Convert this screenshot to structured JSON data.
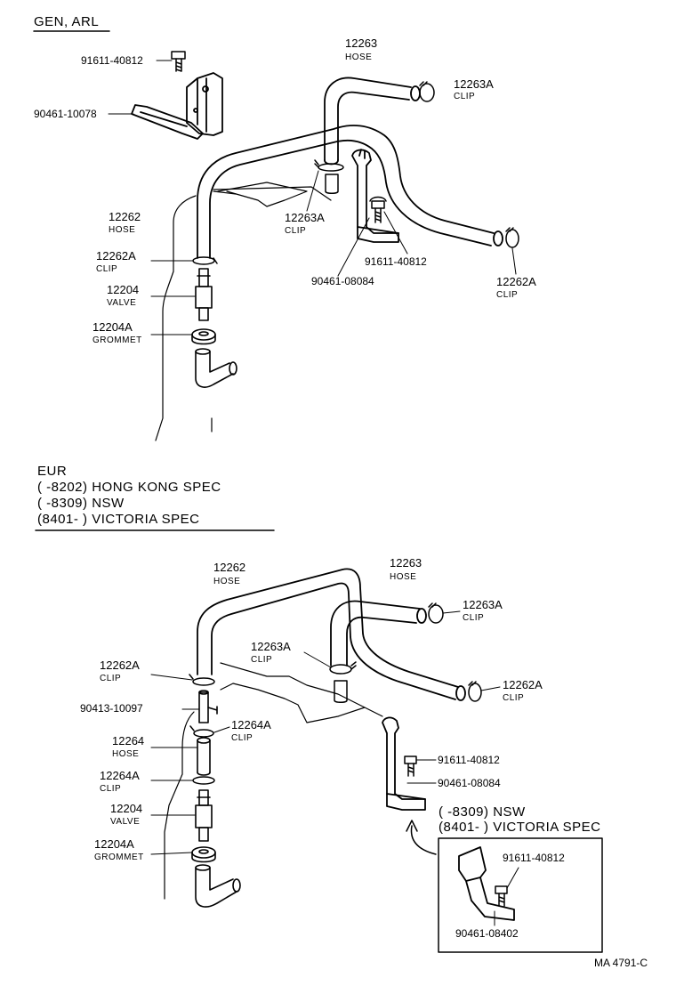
{
  "sections": {
    "top": {
      "title": "GEN, ARL",
      "parts": {
        "p91611_40812_a": "91611-40812",
        "p90461_10078": "90461-10078",
        "p12263": "12263",
        "p12263_name": "HOSE",
        "p12263A_1": "12263A",
        "p12263A_1_name": "CLIP",
        "p12263A_2": "12263A",
        "p12263A_2_name": "CLIP",
        "p12262": "12262",
        "p12262_name": "HOSE",
        "p12262A_1": "12262A",
        "p12262A_1_name": "CLIP",
        "p12204": "12204",
        "p12204_name": "VALVE",
        "p12204A": "12204A",
        "p12204A_name": "GROMMET",
        "p91611_40812_b": "91611-40812",
        "p90461_08084": "90461-08084",
        "p12262A_2": "12262A",
        "p12262A_2_name": "CLIP"
      }
    },
    "bottom": {
      "heading": {
        "line1": "EUR",
        "line2": "(        -8202) HONG  KONG  SPEC",
        "line3": "(        -8309) NSW",
        "line4": "(8401-         ) VICTORIA  SPEC"
      },
      "parts": {
        "p12262": "12262",
        "p12262_name": "HOSE",
        "p12263": "12263",
        "p12263_name": "HOSE",
        "p12263A_1": "12263A",
        "p12263A_1_name": "CLIP",
        "p12263A_2": "12263A",
        "p12263A_2_name": "CLIP",
        "p12262A_1": "12262A",
        "p12262A_1_name": "CLIP",
        "p12262A_2": "12262A",
        "p12262A_2_name": "CLIP",
        "p90413_10097": "90413-10097",
        "p12264A_1": "12264A",
        "p12264A_1_name": "CLIP",
        "p12264": "12264",
        "p12264_name": "HOSE",
        "p12264A_2": "12264A",
        "p12264A_2_name": "CLIP",
        "p12204": "12204",
        "p12204_name": "VALVE",
        "p12204A": "12204A",
        "p12204A_name": "GROMMET",
        "p91611_40812": "91611-40812",
        "p90461_08084": "90461-08084"
      },
      "inset": {
        "line1": "(         -8309) NSW",
        "line2": "(8401-         ) VICTORIA  SPEC",
        "p91611_40812": "91611-40812",
        "p90461_08402": "90461-08402"
      }
    }
  },
  "figure_code": "MA  4791-C"
}
